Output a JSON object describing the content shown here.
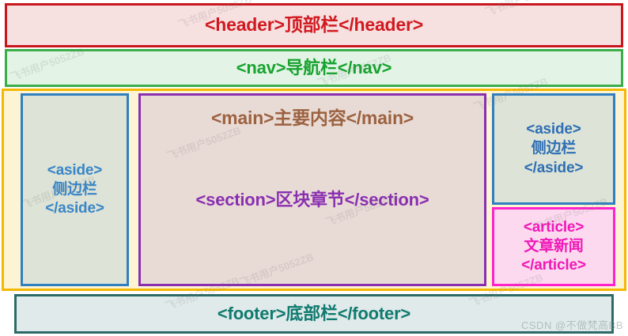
{
  "diagram": {
    "title": "HTML5 semantic layout structure",
    "colors": {
      "header_border": "#c9161c",
      "header_fill": "#f7e0e0",
      "header_text": "#d11920",
      "nav_border": "#3bad4a",
      "nav_fill": "#e3f4e6",
      "nav_text": "#18a330",
      "wrapper_border": "#f5b800",
      "wrapper_fill": "#fdf4d3",
      "aside_border": "#2f7fc1",
      "aside_fill": "#dde3d6",
      "aside_text": "#3a86c8",
      "main_border": "#8a2fb0",
      "main_fill": "#e8dbd6",
      "main_text": "#9c6240",
      "section_text": "#8a2fb0",
      "article_border": "#ff22cc",
      "article_fill": "#fcd9ee",
      "article_text": "#f018b8",
      "footer_border": "#2b6a66",
      "footer_fill": "#e0eaea",
      "footer_text": "#107a6f"
    },
    "header": {
      "label": "<header>顶部栏</header>"
    },
    "nav": {
      "label": "<nav>导航栏</nav>"
    },
    "aside_left": {
      "line1": "<aside>",
      "line2": "侧边栏",
      "line3": "</aside>"
    },
    "main": {
      "label": "<main>主要内容</main>",
      "section_label": "<section>区块章节</section>"
    },
    "aside_right": {
      "line1": "<aside>",
      "line2": "侧边栏",
      "line3": "</aside>"
    },
    "article": {
      "line1": "<article>",
      "line2": "文章新闻",
      "line3": "</article>"
    },
    "footer": {
      "label": "<footer>底部栏</footer>"
    }
  },
  "watermarks": {
    "user": "飞书用户5052ZB",
    "csdn": "CSDN @不做梵高BB"
  }
}
